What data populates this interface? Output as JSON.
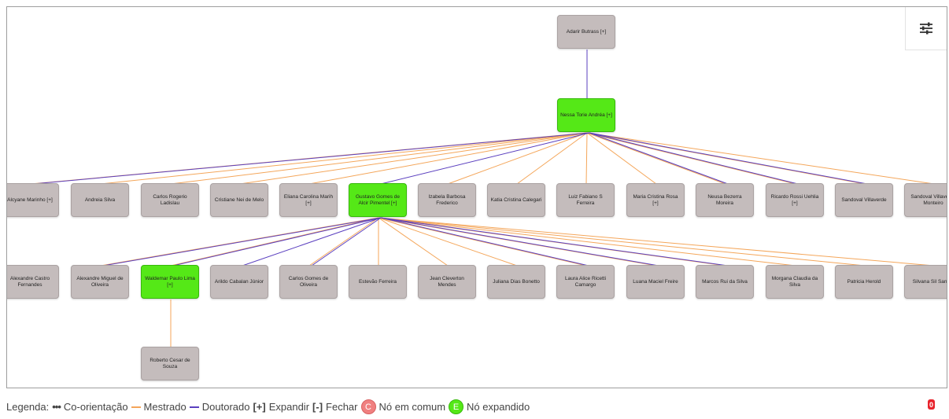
{
  "colors": {
    "co_orientacao": "#444444",
    "mestrado": "#f4a65a",
    "doutorado": "#5a3fbf",
    "node_default": "#c4bcbc",
    "node_expanded": "#55e817",
    "node_common": "#f08080"
  },
  "settings": {
    "icon": "sliders-icon"
  },
  "nodes": {
    "adair": "Adarir Butrass [+]",
    "nessa": "Nessa Torie Andréa [+]",
    "alcyane": "Alcyane Marinho [+]",
    "andreia": "Andreia Silva",
    "carlos_rogerio": "Carlos Rogerio Ladislau",
    "cristiane": "Cristiane Nei de Melo",
    "eliana": "Eliana Carolina Marih [+]",
    "gustavo": "Gustavo Gomes de Alcir Pimentel [+]",
    "izabela": "Izabela Barbosa Frederico",
    "katia": "Katia Cristina Calegari",
    "luiz_fabiano": "Luiz Fabiano S Ferreira",
    "maria_cristina": "Maria Cristina Rosa [+]",
    "neusa": "Neusa Bezerra Moreira",
    "ricardo": "Ricardo Rossi Uehlia [+]",
    "sandoval1": "Sandoval Villaverde",
    "sandoval2": "Sandoval Villaverde Monteiro",
    "alexandre": "Alexandre Castro Fernandes",
    "alexandre_miguel": "Alexandre Miguel de Oliveira",
    "waldemar": "Waldemar Paulo Lima [+]",
    "arildo": "Arildo Cabalan Júnior",
    "carlos_gomes": "Carlos Gomes de Oliveira",
    "estevao": "Estevão Ferreira",
    "jean": "Jean Cleverton Mendes",
    "juliana": "Juliana Dias Bonetto",
    "laura": "Laura Alice Ricetti Camargo",
    "luana": "Luana Maciel Freire",
    "marcos": "Marcos Rui da Silva",
    "morgana": "Morgana Claudia da Silva",
    "patricia": "Patricia Herold",
    "silvana": "Silvana Sil Santos",
    "roberto": "Roberto Cesar de Souza"
  },
  "legend": {
    "title": "Legenda:",
    "co_orientacao_symbol": "•••",
    "co_orientacao": "Co-orientação",
    "mestrado": "Mestrado",
    "doutorado": "Doutorado",
    "expandir_symbol": "[+]",
    "expandir": "Expandir",
    "fechar_symbol": "[-]",
    "fechar": "Fechar",
    "comum_badge": "C",
    "comum": "Nó em comum",
    "expandido_badge": "E",
    "expandido": "Nó expandido"
  },
  "error_badge": "0"
}
